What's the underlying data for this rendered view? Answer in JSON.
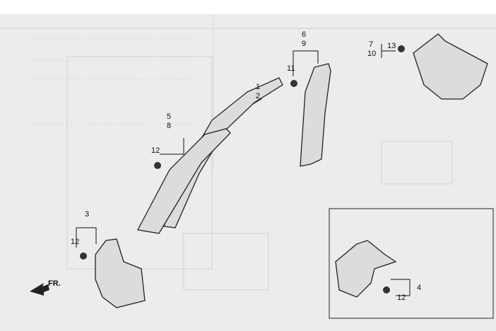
{
  "diagram": {
    "callouts": {
      "c1": "1",
      "c2": "2",
      "c3": "3",
      "c4": "4",
      "c5": "5",
      "c6": "6",
      "c7": "7",
      "c8": "8",
      "c9": "9",
      "c10": "10",
      "c11": "11",
      "c12a": "12",
      "c12b": "12",
      "c12c": "12",
      "c13": "13"
    },
    "front_arrow": "FR."
  }
}
